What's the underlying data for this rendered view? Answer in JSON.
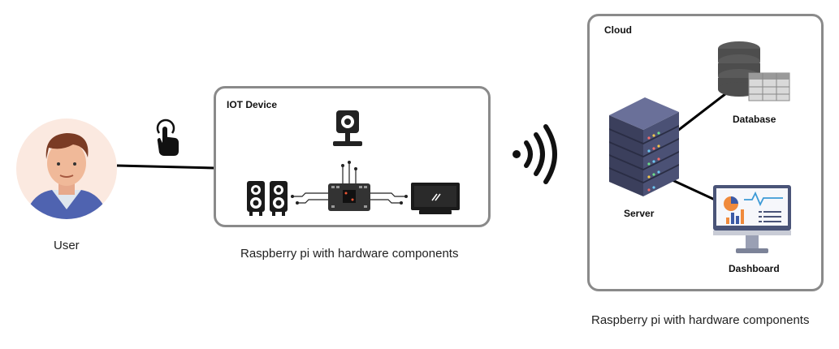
{
  "user": {
    "label": "User"
  },
  "iot_device": {
    "title": "IOT Device",
    "caption": "Raspberry pi with hardware components"
  },
  "cloud": {
    "title": "Cloud",
    "caption": "Raspberry pi with hardware components",
    "database_label": "Database",
    "server_label": "Server",
    "dashboard_label": "Dashboard"
  },
  "colors": {
    "box_border": "#8a8a8a",
    "server_body": "#3b3f5c",
    "server_light": "#5b6188",
    "db_color": "#555555",
    "monitor_frame": "#4a5478",
    "line": "#000000"
  }
}
